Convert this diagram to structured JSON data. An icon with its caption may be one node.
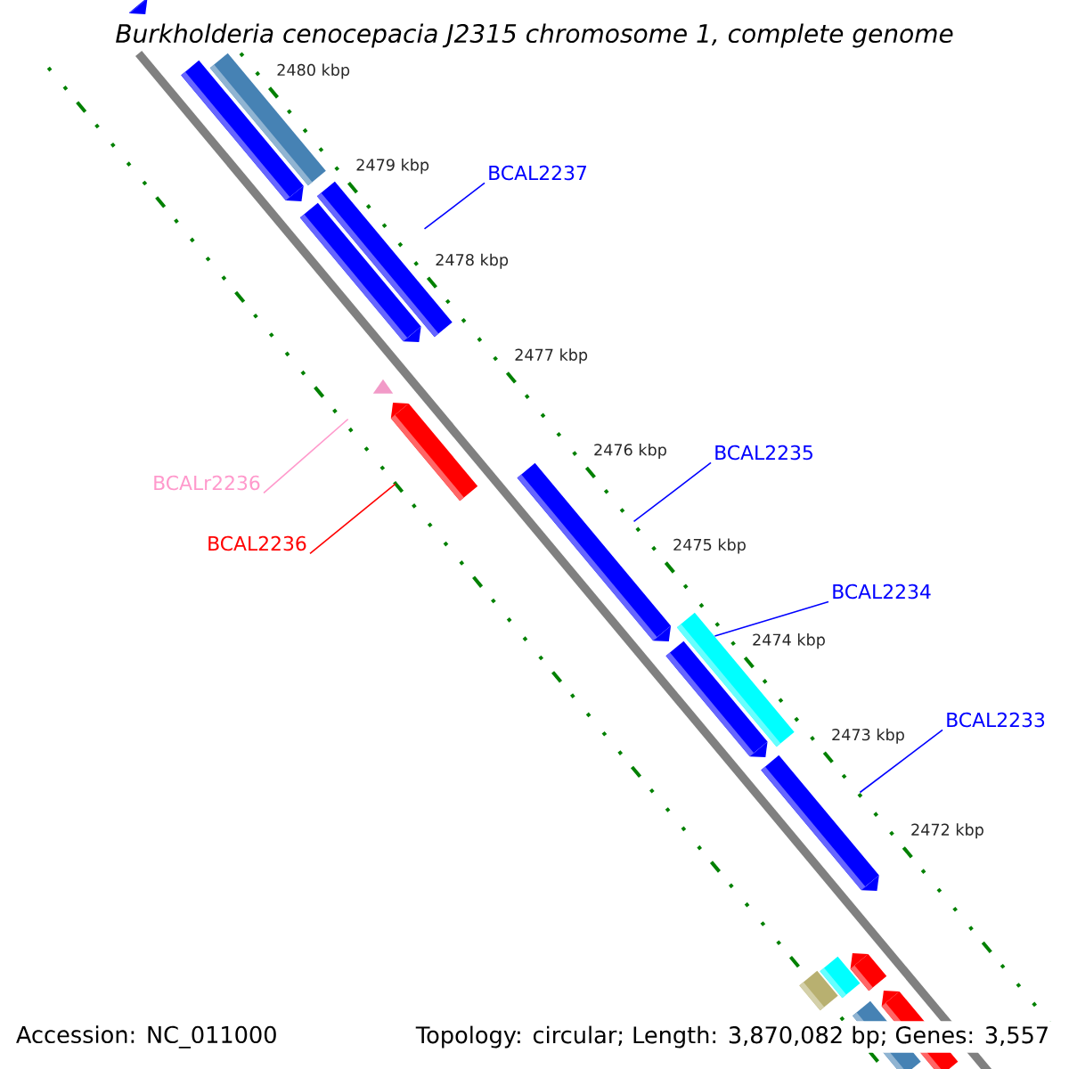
{
  "diagram": {
    "title": "Burkholderia cenocepacia J2315 chromosome 1, complete genome",
    "nodes": [
      {
        "text": [
          "BCAL2237"
        ]
      },
      {
        "text": [],
        "shape": "bar"
      },
      {
        "text": [
          "BCALr2236"
        ]
      },
      {
        "text": [],
        "shape": "triangle"
      },
      {
        "text": [
          "BCAL2236"
        ]
      },
      {
        "text": [],
        "shape": "bar"
      },
      {
        "text": [
          "BCAL2235"
        ]
      },
      {
        "text": [],
        "shape": "bar"
      },
      {
        "text": [
          "BCAL2234"
        ]
      },
      {
        "text": [],
        "shape": "bar"
      },
      {
        "text": [
          "BCAL2233"
        ]
      },
      {
        "text": [],
        "shape": "bar"
      },
      {
        "text": [],
        "shape": "bar"
      },
      {
        "text": [],
        "shape": "bar"
      },
      {
        "text": [],
        "shape": "bar"
      },
      {
        "text": [],
        "shape": "bar"
      },
      {
        "text": [],
        "shape": "bar"
      },
      {
        "text": [],
        "shape": "bar"
      },
      {
        "text": [],
        "shape": "bar"
      },
      {
        "text": [],
        "shape": "bar"
      },
      {
        "text": [],
        "shape": "bar"
      },
      {
        "text": [],
        "shape": "bar"
      }
    ],
    "edges": [
      {
        "from": 0,
        "to": 1,
        "arrow": "none"
      },
      {
        "from": 2,
        "to": 3,
        "arrow": "none",
        "color": "#ff99cc"
      },
      {
        "from": 4,
        "to": 5,
        "arrow": "none",
        "color": "#ff0000"
      },
      {
        "from": 6,
        "to": 7,
        "arrow": "none"
      },
      {
        "from": 8,
        "to": 9,
        "arrow": "none"
      },
      {
        "from": 10,
        "to": 11,
        "arrow": "none"
      }
    ],
    "labels": [
      "2480 kbp",
      "2479 kbp",
      "2478 kbp",
      "2477 kbp",
      "2476 kbp",
      "2475 kbp",
      "2474 kbp",
      "2473 kbp",
      "2472 kbp",
      "Accession: NC_011000",
      "Topology: circular; Length: 3,870,082 bp; Genes: 3,557"
    ]
  }
}
